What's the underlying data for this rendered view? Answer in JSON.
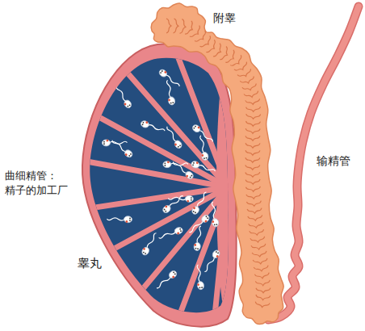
{
  "diagram": {
    "labels": [
      "附睾",
      "曲细精管： 精子的加工厂",
      "输精管",
      "睾丸"
    ]
  }
}
